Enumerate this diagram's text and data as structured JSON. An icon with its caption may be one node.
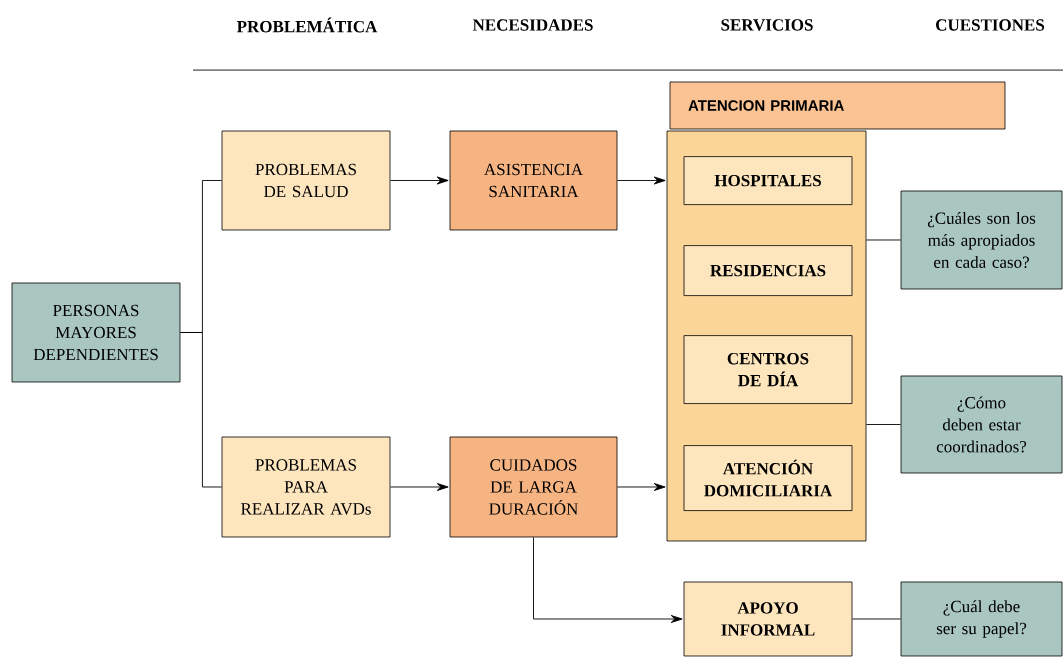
{
  "diagram": {
    "nodes": [
      {
        "text": [
          "PERSONAS MAYORES DEPENDIENTES"
        ]
      },
      {
        "text": [
          "PROBLEMAS DE SALUD"
        ]
      },
      {
        "text": [
          "PROBLEMAS PARA REALIZAR AVDs"
        ]
      },
      {
        "text": [
          "ASISTENCIA SANITARIA"
        ]
      },
      {
        "text": [
          "CUIDADOS DE LARGA DURACIÓN"
        ]
      },
      {
        "text": [
          "ATENCION PRIMARIA"
        ]
      },
      {
        "text": [],
        "shape": "box"
      },
      {
        "text": [
          "HOSPITALES"
        ],
        "in": 6
      },
      {
        "text": [
          "RESIDENCIAS"
        ],
        "in": 6
      },
      {
        "text": [
          "CENTROS DE DÍA"
        ],
        "in": 6
      },
      {
        "text": [
          "ATENCIÓN DOMICILIARIA"
        ],
        "in": 6
      },
      {
        "text": [
          "APOYO INFORMAL"
        ]
      },
      {
        "text": [
          "¿Cuáles son los más apropiados en cada caso?"
        ]
      },
      {
        "text": [
          "¿Cómo deben estar coordinados?"
        ]
      },
      {
        "text": [
          "¿Cuál debe ser su papel?"
        ]
      }
    ],
    "edges": [
      {
        "from": 0,
        "to": 1,
        "arrow": "none"
      },
      {
        "from": 0,
        "to": 2,
        "arrow": "none"
      },
      {
        "from": 1,
        "to": 3,
        "arrow": "to"
      },
      {
        "from": 2,
        "to": 4,
        "arrow": "to"
      },
      {
        "from": 3,
        "to": 6,
        "arrow": "to"
      },
      {
        "from": 4,
        "to": 6,
        "arrow": "to"
      },
      {
        "from": 4,
        "to": 11,
        "arrow": "to"
      },
      {
        "from": 6,
        "to": 12,
        "arrow": "none"
      },
      {
        "from": 6,
        "to": 13,
        "arrow": "none"
      },
      {
        "from": 11,
        "to": 14,
        "arrow": "none"
      }
    ],
    "labels": [
      "PROBLEMÁTICA",
      "NECESIDADES",
      "SERVICIOS",
      "CUESTIONES"
    ]
  }
}
